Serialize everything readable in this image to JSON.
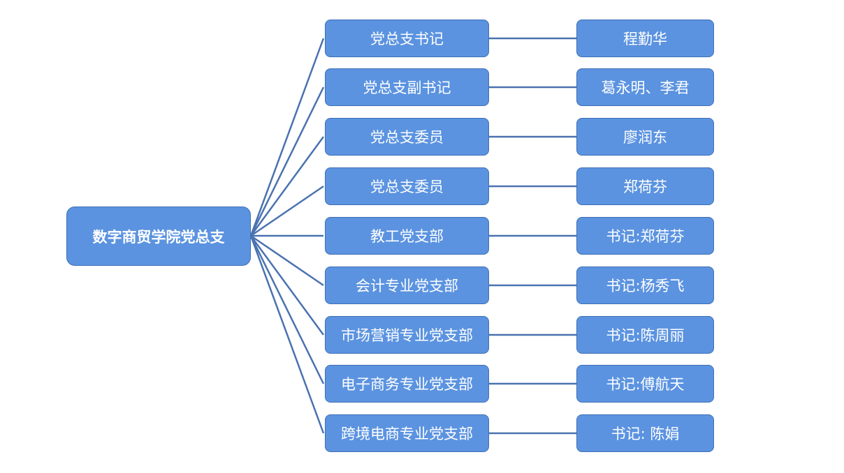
{
  "root": {
    "label": "数字商贸学院党总支"
  },
  "rows": [
    {
      "role": "党总支书记",
      "person": "程勤华"
    },
    {
      "role": "党总支副书记",
      "person": "葛永明、李君"
    },
    {
      "role": "党总支委员",
      "person": "廖润东"
    },
    {
      "role": "党总支委员",
      "person": "郑荷芬"
    },
    {
      "role": "教工党支部",
      "person": "书记:郑荷芬"
    },
    {
      "role": "会计专业党支部",
      "person": "书记:杨秀飞"
    },
    {
      "role": "市场营销专业党支部",
      "person": "书记:陈周丽"
    },
    {
      "role": "电子商务专业党支部",
      "person": "书记:傅航天"
    },
    {
      "role": "跨境电商专业党支部",
      "person": "书记: 陈娟"
    }
  ],
  "colors": {
    "node_fill": "#5b93e0",
    "node_border": "#3f6fb5",
    "connector": "#4a72b0"
  }
}
